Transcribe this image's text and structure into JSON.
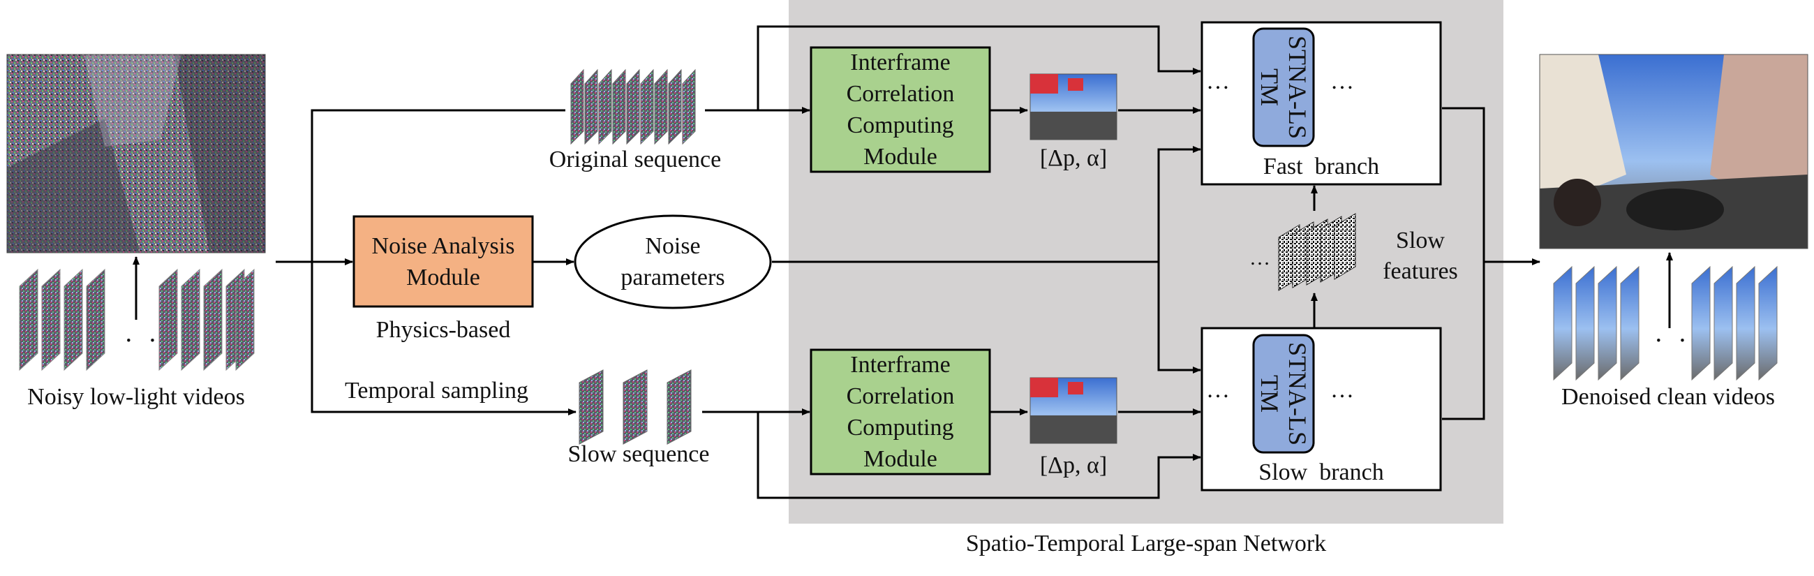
{
  "colors": {
    "region": "#d4d2d2",
    "green": "#a9d18e",
    "orange": "#f4b183",
    "blue": "#8faadc",
    "line": "#000000"
  },
  "labels": {
    "noisy_videos": "Noisy low-light videos",
    "denoised_videos": "Denoised clean videos",
    "original_sequence": "Original sequence",
    "slow_sequence": "Slow sequence",
    "temporal_sampling": "Temporal sampling",
    "physics_based": "Physics-based",
    "network_title": "Spatio-Temporal Large-span Network",
    "slow_features_1": "Slow",
    "slow_features_2": "features",
    "fast_branch": "Fast  branch",
    "slow_branch": "Slow  branch",
    "offset_top": "[Δp, α]",
    "offset_bottom": "[Δp, α]",
    "ellipsis": "…",
    "dots": "· ·"
  },
  "modules": {
    "noise_analysis_1": "Noise Analysis",
    "noise_analysis_2": "Module",
    "noise_params_1": "Noise",
    "noise_params_2": "parameters",
    "icc_top": [
      "Interframe",
      "Correlation",
      "Computing",
      "Module"
    ],
    "icc_bottom": [
      "Interframe",
      "Correlation",
      "Computing",
      "Module"
    ],
    "stna_top": "STNA-LSTM",
    "stna_bottom": "STNA-LSTM"
  }
}
